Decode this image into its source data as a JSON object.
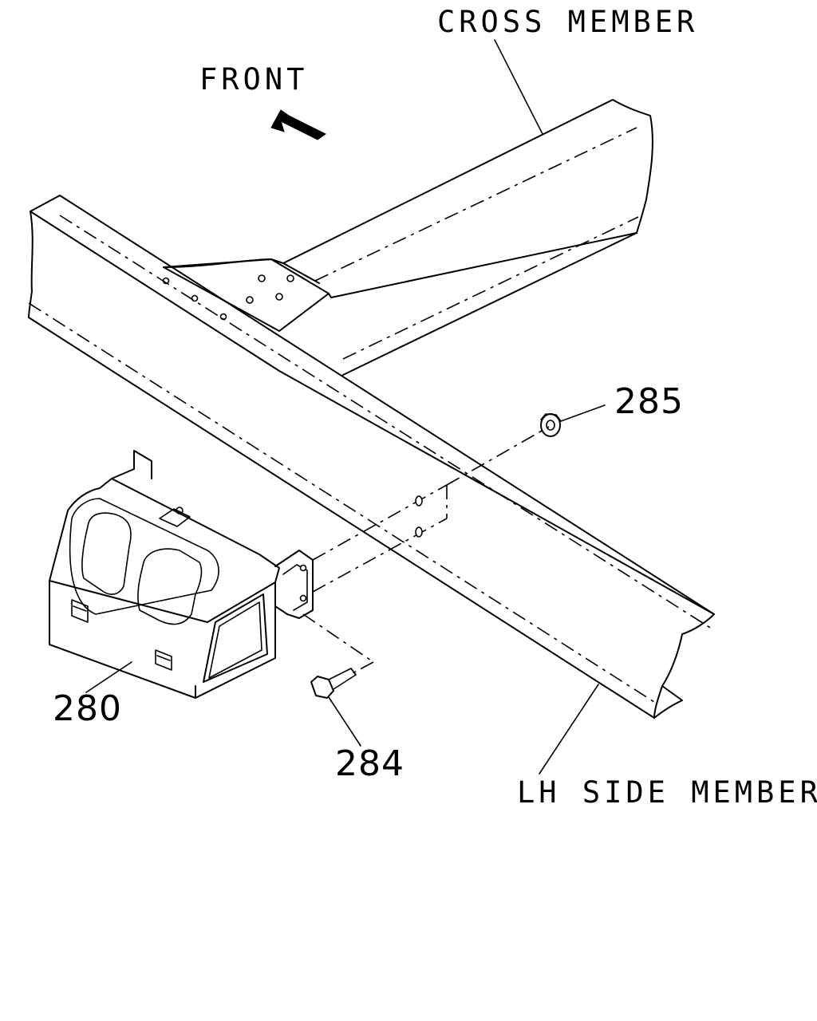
{
  "labels": {
    "cross_member": "CROSS MEMBER",
    "front": "FRONT",
    "lh_side_member": "LH SIDE MEMBER"
  },
  "callouts": {
    "p280": "280",
    "p284": "284",
    "p285": "285"
  }
}
